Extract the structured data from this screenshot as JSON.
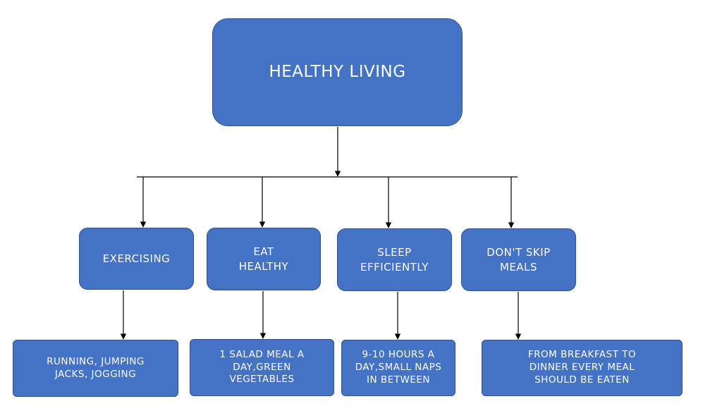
{
  "diagram": {
    "root": {
      "label": "HEALTHY LIVING"
    },
    "categories": [
      {
        "label": "EXERCISING"
      },
      {
        "label": "EAT\nHEALTHY"
      },
      {
        "label": "SLEEP\nEFFICIENTLY"
      },
      {
        "label": "DON'T SKIP\nMEALS"
      }
    ],
    "details": [
      {
        "label": "RUNNING, JUMPING\nJACKS, JOGGING"
      },
      {
        "label": "1 SALAD MEAL A\nDAY,GREEN\nVEGETABLES"
      },
      {
        "label": "9-10 HOURS A\nDAY,SMALL NAPS\nIN BETWEEN"
      },
      {
        "label": "FROM BREAKFAST TO\nDINNER EVERY MEAL\nSHOULD BE EATEN"
      }
    ]
  },
  "colors": {
    "box_fill": "#4472c4",
    "box_border": "#2f528f",
    "box_text": "#ffffff",
    "connector": "#000000",
    "background": "#ffffff"
  }
}
